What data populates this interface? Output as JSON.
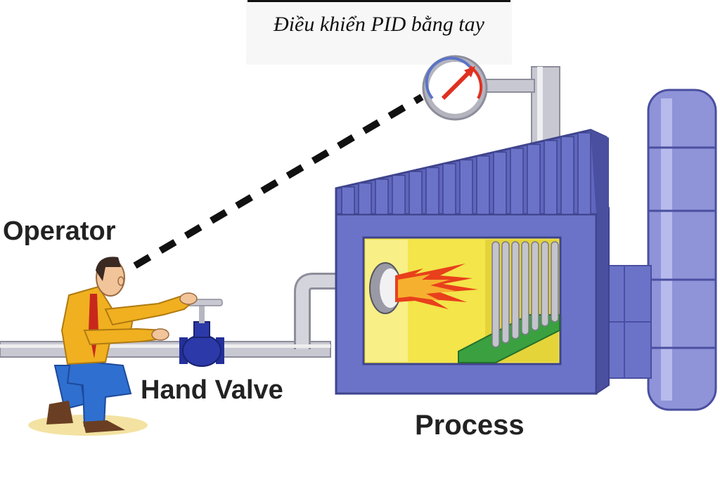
{
  "caption": "Điều khiển PID bằng tay",
  "labels": {
    "operator": "Operator",
    "hand_valve": "Hand Valve",
    "process": "Process"
  },
  "colors": {
    "furnace": "#6b73c9",
    "furnace_dark": "#4a4fa0",
    "chamber": "#f3e54a",
    "pipe": "#c8c8d2",
    "flame": "#e8401c",
    "valve": "#2b3aa8",
    "shirt": "#f0b020",
    "pants": "#2f6fd0",
    "gauge_needle": "#e03020",
    "coil_base": "#3aa040"
  },
  "icons": [
    "pressure-gauge-icon",
    "hand-valve-icon",
    "burner-flame-icon",
    "operator-figure"
  ]
}
